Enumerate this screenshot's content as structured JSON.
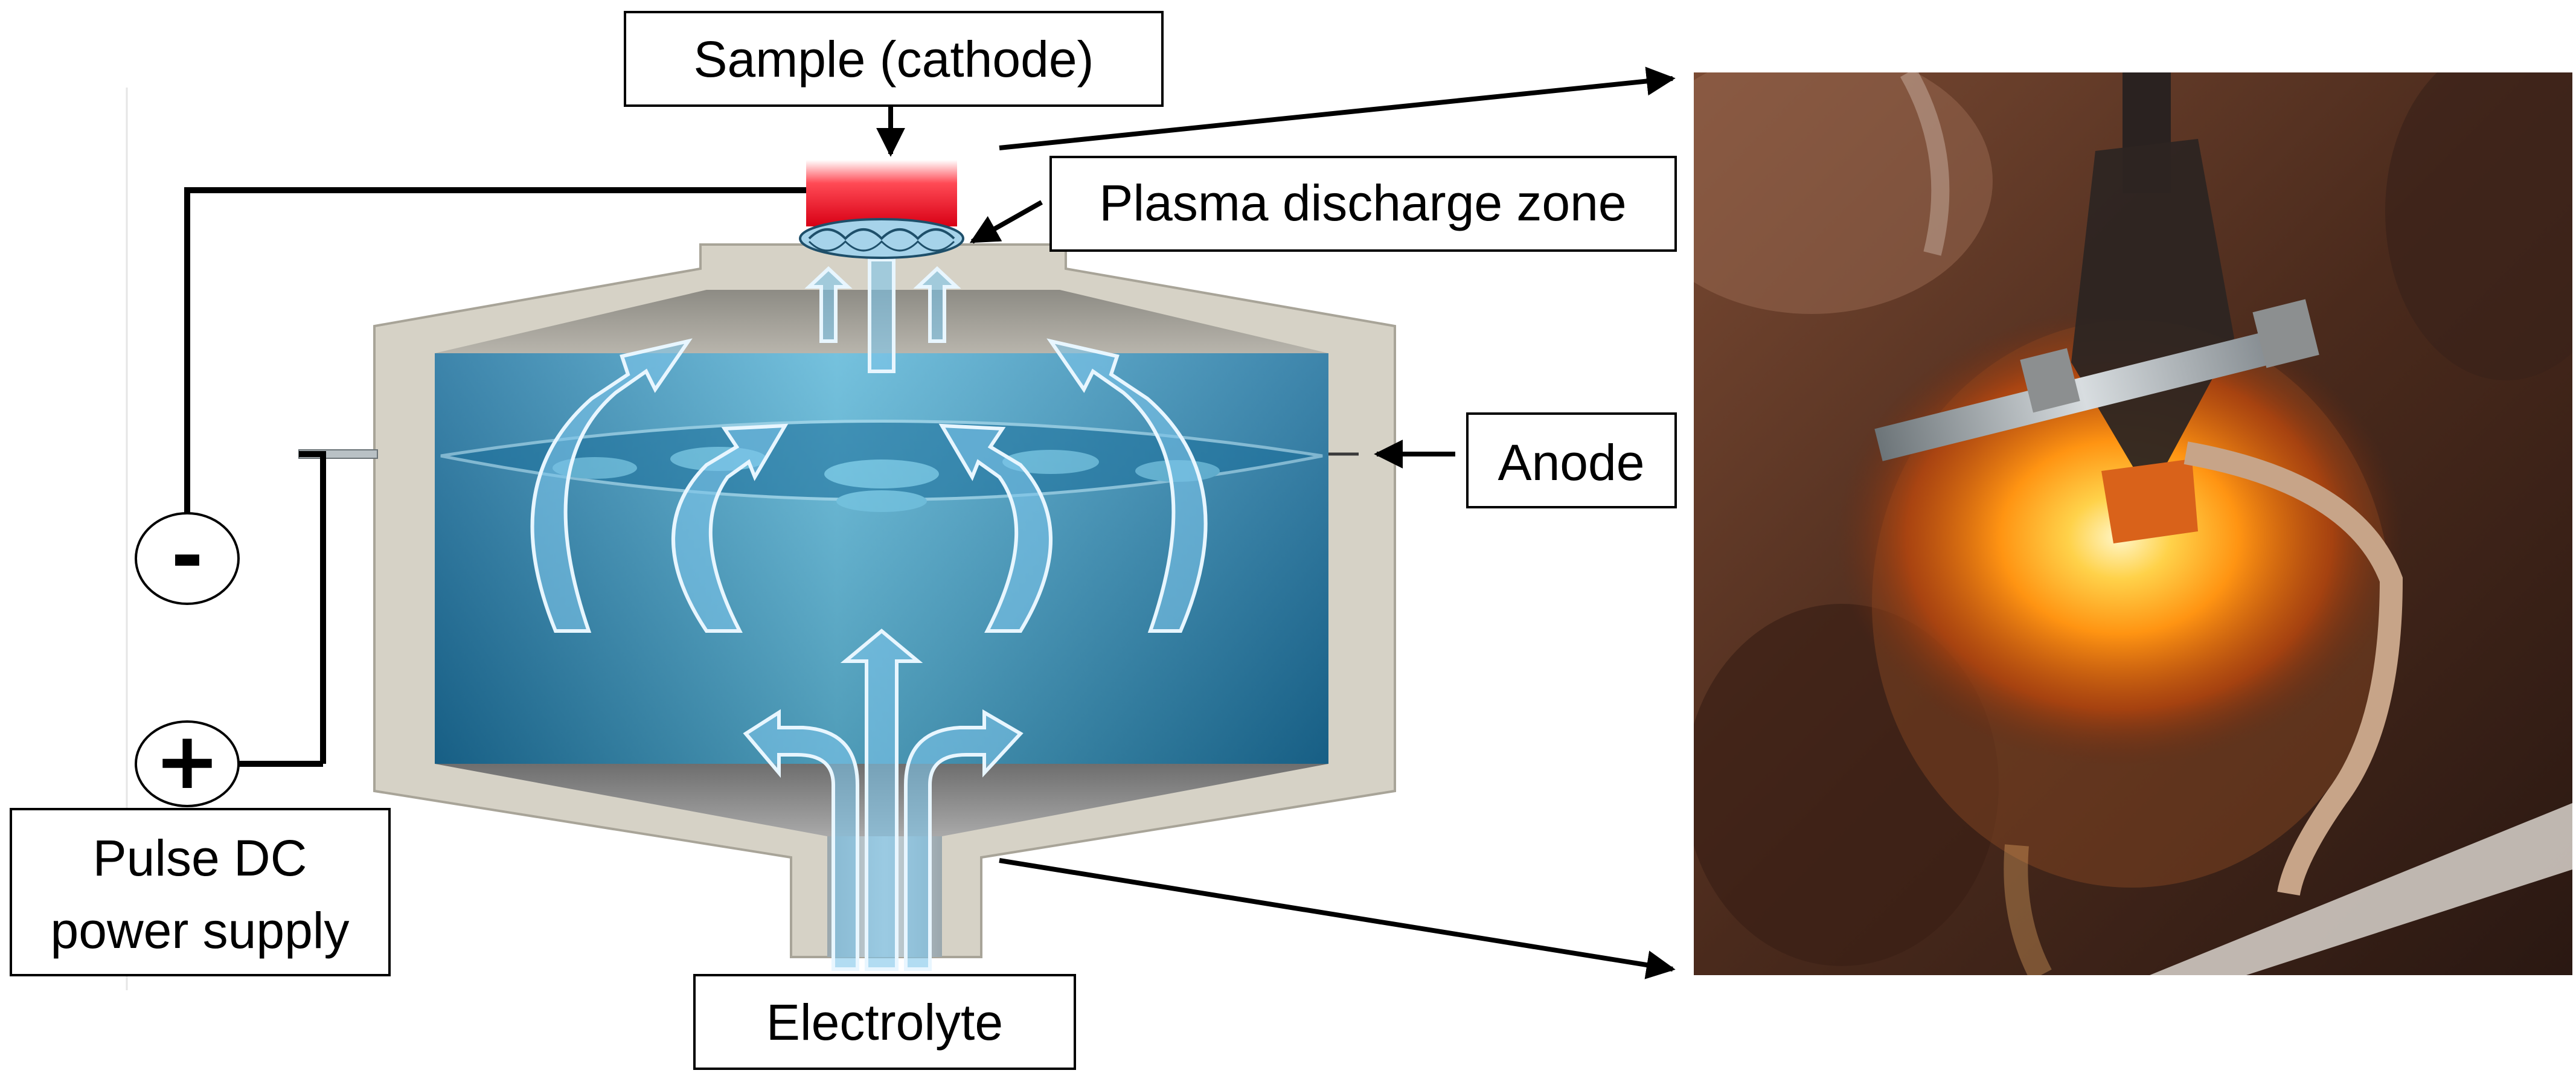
{
  "labels": {
    "sample": "Sample (cathode)",
    "plasma": "Plasma discharge zone",
    "anode": "Anode",
    "power_line1": "Pulse DC",
    "power_line2": "power supply",
    "electrolyte": "Electrolyte"
  },
  "terminals": {
    "negative": "-",
    "positive": "+"
  },
  "colors": {
    "electrolyte": "#2f8fbf",
    "vessel": "#d6d2c6",
    "sample": "#e01020",
    "arrow": "#9fd3ef",
    "photo_glow": "#ffb020"
  }
}
